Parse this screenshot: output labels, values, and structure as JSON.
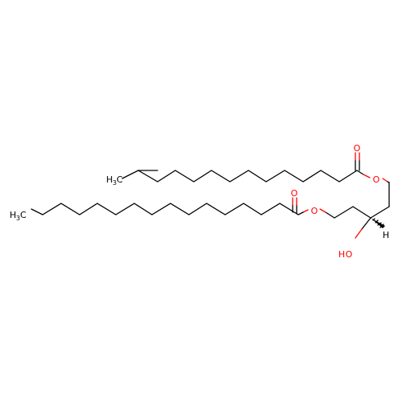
{
  "molecule": {
    "colors": {
      "carbon_bond": "#000000",
      "oxygen": "#ff0000",
      "hydrogen": "#000000"
    },
    "labels": {
      "ester_o_top": "O",
      "carbonyl_o_top": "O",
      "ester_o_bottom": "O",
      "carbonyl_o_bottom": "O",
      "hydroxyl_h": "H",
      "hydroxyl_o": "O",
      "stereo_h": "H",
      "ch3_top_c": "H",
      "ch3_top_sub": "3",
      "ch3_top_end": "C",
      "ch3_bottom_c": "H",
      "ch3_bottom_sub": "3",
      "ch3_bottom_end": "C"
    }
  }
}
